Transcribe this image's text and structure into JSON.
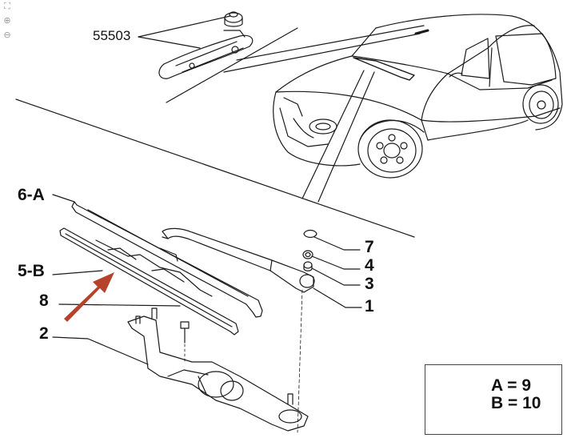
{
  "toolbar": {
    "items": [
      {
        "icon": "fit-page-icon"
      },
      {
        "icon": "zoom-in-icon"
      },
      {
        "icon": "zoom-out-icon"
      }
    ]
  },
  "callouts": {
    "part_number": "55503",
    "c6a": "6-A",
    "c5b": "5-B",
    "c8": "8",
    "c2": "2",
    "c7": "7",
    "c4": "4",
    "c3": "3",
    "c1": "1"
  },
  "legend": {
    "a_text": "A = 9",
    "b_text": "B = 10",
    "underline_color": "#c0392b"
  },
  "colors": {
    "arrow": "#b5432c",
    "line": "#1a1a1a"
  }
}
